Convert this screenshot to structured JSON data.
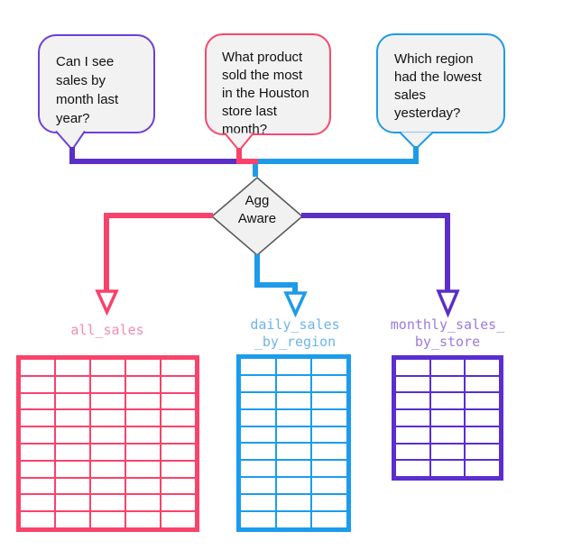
{
  "bubbles": [
    {
      "id": "q1",
      "text": "Can I see sales by month last year?",
      "color": "#6C3FD8"
    },
    {
      "id": "q2",
      "text": "What product sold the most in the Houston store last month?",
      "color": "#F8476F"
    },
    {
      "id": "q3",
      "text": "Which region had the lowest sales yesterday?",
      "color": "#1E9BE8"
    }
  ],
  "decision": {
    "label": "Agg\nAware",
    "fill": "#F1F1F1",
    "border_color": "#5A5A5A"
  },
  "connectors": {
    "purple": "#5B2EC8",
    "pink": "#F9416B",
    "blue": "#1E9BE8"
  },
  "tables": [
    {
      "name": "all_sales",
      "label": "all_sales",
      "label_color": "#F48CAE",
      "color": "#F9436B",
      "columns": 5,
      "rows": 10
    },
    {
      "name": "daily_sales_by_region",
      "label": "daily_sales\n_by_region",
      "label_color": "#6CB5EC",
      "color": "#1B9CEC",
      "columns": 3,
      "rows": 10
    },
    {
      "name": "monthly_sales_by_store",
      "label": "monthly_sales_\nby_store",
      "label_color": "#9B7BDB",
      "color": "#5A2ED0",
      "columns": 3,
      "rows": 7
    }
  ]
}
